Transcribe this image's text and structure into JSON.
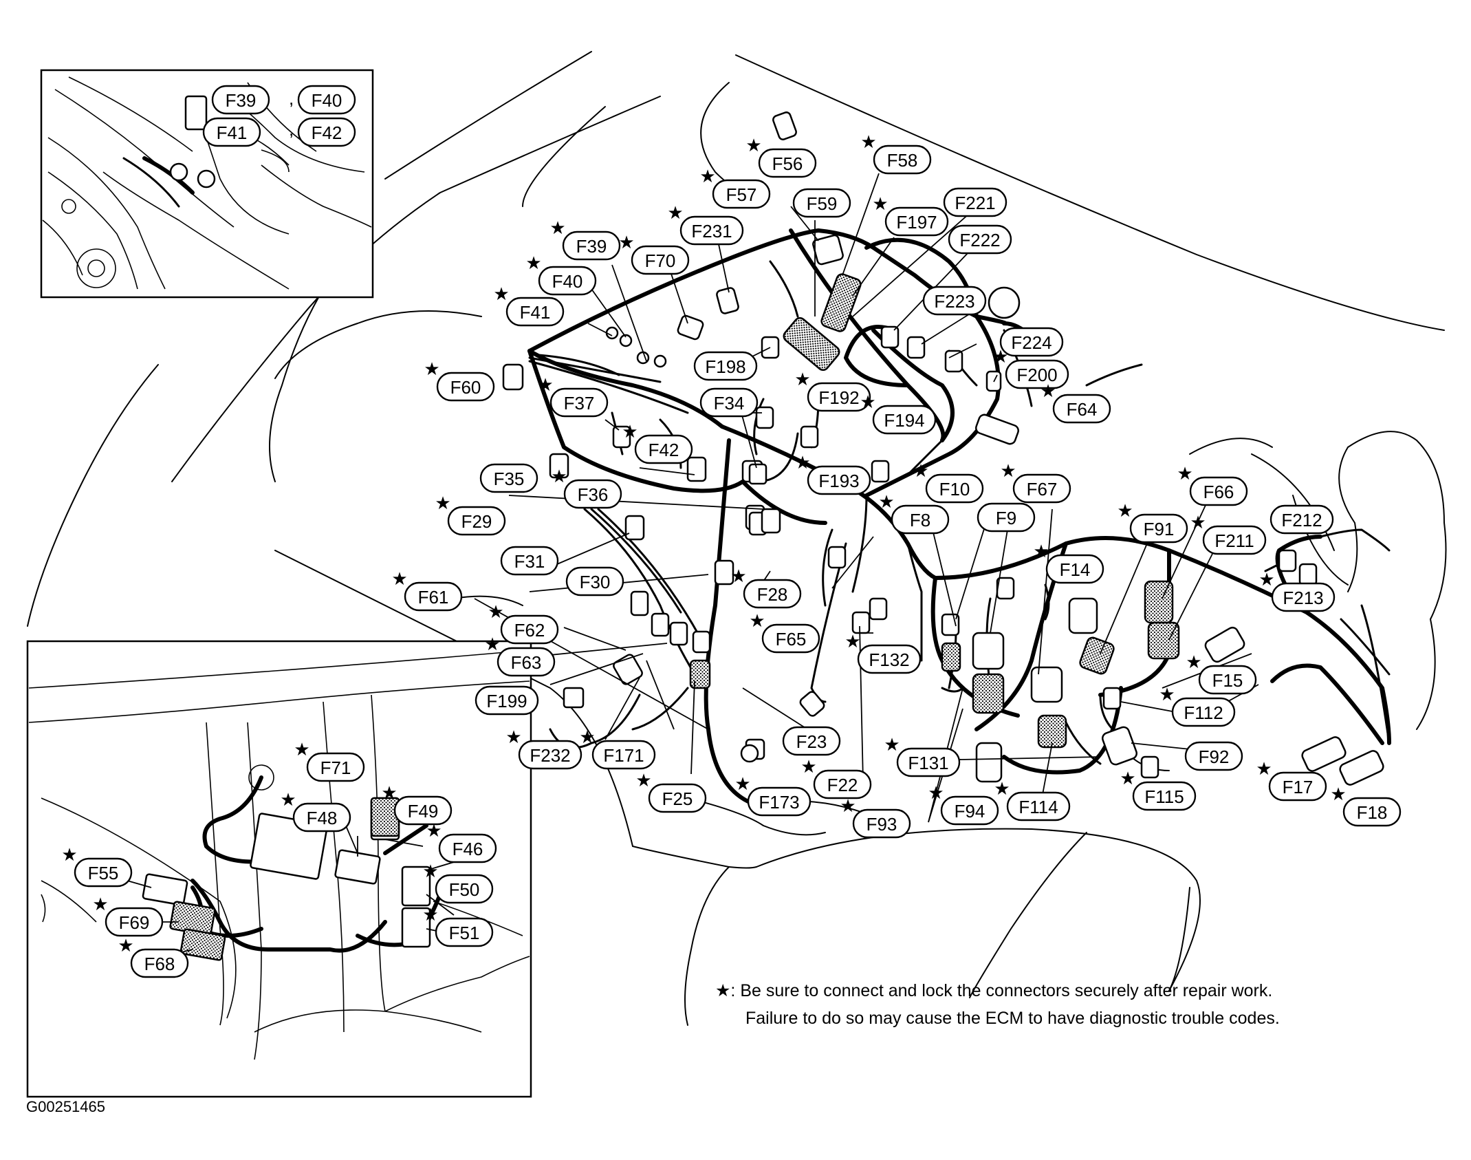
{
  "figure_code": "G00251465",
  "note": {
    "symbol": "★",
    "line1": ": Be sure to connect and lock the connectors securely after repair work.",
    "line2": "Failure to do so may cause the ECM to have diagnostic trouble codes."
  },
  "inset_top": {
    "labels": [
      {
        "id": "F39",
        "label": "F39",
        "star": false
      },
      {
        "id": "F40",
        "label": "F40",
        "star": false
      },
      {
        "id": "F41",
        "label": "F41",
        "star": false
      },
      {
        "id": "F42",
        "label": "F42",
        "star": false
      }
    ],
    "separators": [
      ",",
      ","
    ]
  },
  "inset_bottom": {
    "labels": [
      {
        "id": "F71",
        "label": "F71",
        "star": true
      },
      {
        "id": "F48",
        "label": "F48",
        "star": true
      },
      {
        "id": "F49",
        "label": "F49",
        "star": true
      },
      {
        "id": "F46",
        "label": "F46",
        "star": true
      },
      {
        "id": "F50",
        "label": "F50",
        "star": true
      },
      {
        "id": "F51",
        "label": "F51",
        "star": true
      },
      {
        "id": "F55",
        "label": "F55",
        "star": true
      },
      {
        "id": "F69",
        "label": "F69",
        "star": true
      },
      {
        "id": "F68",
        "label": "F68",
        "star": true
      }
    ]
  },
  "connectors": [
    {
      "id": "F56",
      "label": "F56",
      "star": true
    },
    {
      "id": "F58",
      "label": "F58",
      "star": true
    },
    {
      "id": "F57",
      "label": "F57",
      "star": true
    },
    {
      "id": "F59",
      "label": "F59",
      "star": false
    },
    {
      "id": "F197",
      "label": "F197",
      "star": true
    },
    {
      "id": "F221",
      "label": "F221",
      "star": false
    },
    {
      "id": "F222",
      "label": "F222",
      "star": false
    },
    {
      "id": "F231",
      "label": "F231",
      "star": true
    },
    {
      "id": "F39",
      "label": "F39",
      "star": true
    },
    {
      "id": "F70",
      "label": "F70",
      "star": true
    },
    {
      "id": "F40",
      "label": "F40",
      "star": true
    },
    {
      "id": "F41",
      "label": "F41",
      "star": true
    },
    {
      "id": "F223",
      "label": "F223",
      "star": false
    },
    {
      "id": "F224",
      "label": "F224",
      "star": false
    },
    {
      "id": "F198",
      "label": "F198",
      "star": false
    },
    {
      "id": "F200",
      "label": "F200",
      "star": true
    },
    {
      "id": "F60",
      "label": "F60",
      "star": true
    },
    {
      "id": "F192",
      "label": "F192",
      "star": true
    },
    {
      "id": "F64",
      "label": "F64",
      "star": true
    },
    {
      "id": "F37",
      "label": "F37",
      "star": true
    },
    {
      "id": "F34",
      "label": "F34",
      "star": false
    },
    {
      "id": "F194",
      "label": "F194",
      "star": true
    },
    {
      "id": "F42",
      "label": "F42",
      "star": true
    },
    {
      "id": "F193",
      "label": "F193",
      "star": true
    },
    {
      "id": "F35",
      "label": "F35",
      "star": false
    },
    {
      "id": "F36",
      "label": "F36",
      "star": true
    },
    {
      "id": "F10",
      "label": "F10",
      "star": true
    },
    {
      "id": "F67",
      "label": "F67",
      "star": true
    },
    {
      "id": "F66",
      "label": "F66",
      "star": true
    },
    {
      "id": "F29",
      "label": "F29",
      "star": true
    },
    {
      "id": "F8",
      "label": "F8",
      "star": true
    },
    {
      "id": "F9",
      "label": "F9",
      "star": false
    },
    {
      "id": "F91",
      "label": "F91",
      "star": true
    },
    {
      "id": "F212",
      "label": "F212",
      "star": false
    },
    {
      "id": "F211",
      "label": "F211",
      "star": true
    },
    {
      "id": "F31",
      "label": "F31",
      "star": false
    },
    {
      "id": "F14",
      "label": "F14",
      "star": true
    },
    {
      "id": "F30",
      "label": "F30",
      "star": false
    },
    {
      "id": "F28",
      "label": "F28",
      "star": true
    },
    {
      "id": "F213",
      "label": "F213",
      "star": true
    },
    {
      "id": "F61",
      "label": "F61",
      "star": true
    },
    {
      "id": "F62",
      "label": "F62",
      "star": true
    },
    {
      "id": "F65",
      "label": "F65",
      "star": true
    },
    {
      "id": "F132",
      "label": "F132",
      "star": true
    },
    {
      "id": "F63",
      "label": "F63",
      "star": true
    },
    {
      "id": "F15",
      "label": "F15",
      "star": true
    },
    {
      "id": "F199",
      "label": "F199",
      "star": false
    },
    {
      "id": "F112",
      "label": "F112",
      "star": true
    },
    {
      "id": "F23",
      "label": "F23",
      "star": false
    },
    {
      "id": "F232",
      "label": "F232",
      "star": true
    },
    {
      "id": "F171",
      "label": "F171",
      "star": true
    },
    {
      "id": "F131",
      "label": "F131",
      "star": true
    },
    {
      "id": "F92",
      "label": "F92",
      "star": false
    },
    {
      "id": "F22",
      "label": "F22",
      "star": true
    },
    {
      "id": "F115",
      "label": "F115",
      "star": true
    },
    {
      "id": "F17",
      "label": "F17",
      "star": true
    },
    {
      "id": "F25",
      "label": "F25",
      "star": true
    },
    {
      "id": "F173",
      "label": "F173",
      "star": true
    },
    {
      "id": "F94",
      "label": "F94",
      "star": true
    },
    {
      "id": "F114",
      "label": "F114",
      "star": true
    },
    {
      "id": "F18",
      "label": "F18",
      "star": true
    },
    {
      "id": "F93",
      "label": "F93",
      "star": true
    }
  ]
}
